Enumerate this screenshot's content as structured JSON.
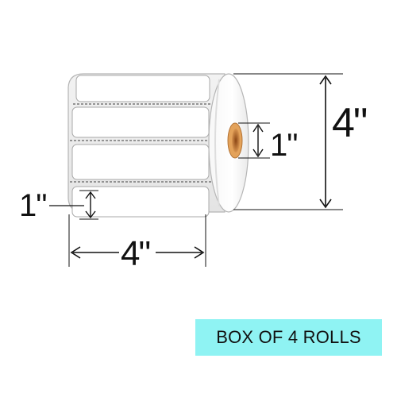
{
  "dimensions": {
    "roll_height": "4\"",
    "core_diameter": "1\"",
    "label_height": "1\"",
    "label_width": "4\""
  },
  "badge": {
    "text": "BOX OF 4 ROLLS",
    "background": "#8ff3f3"
  },
  "colors": {
    "outline": "#b5b5b5",
    "perforation": "#777777",
    "core_outer": "#e3a25a",
    "core_inner": "#7a3c10",
    "dimension_line": "#111111"
  }
}
